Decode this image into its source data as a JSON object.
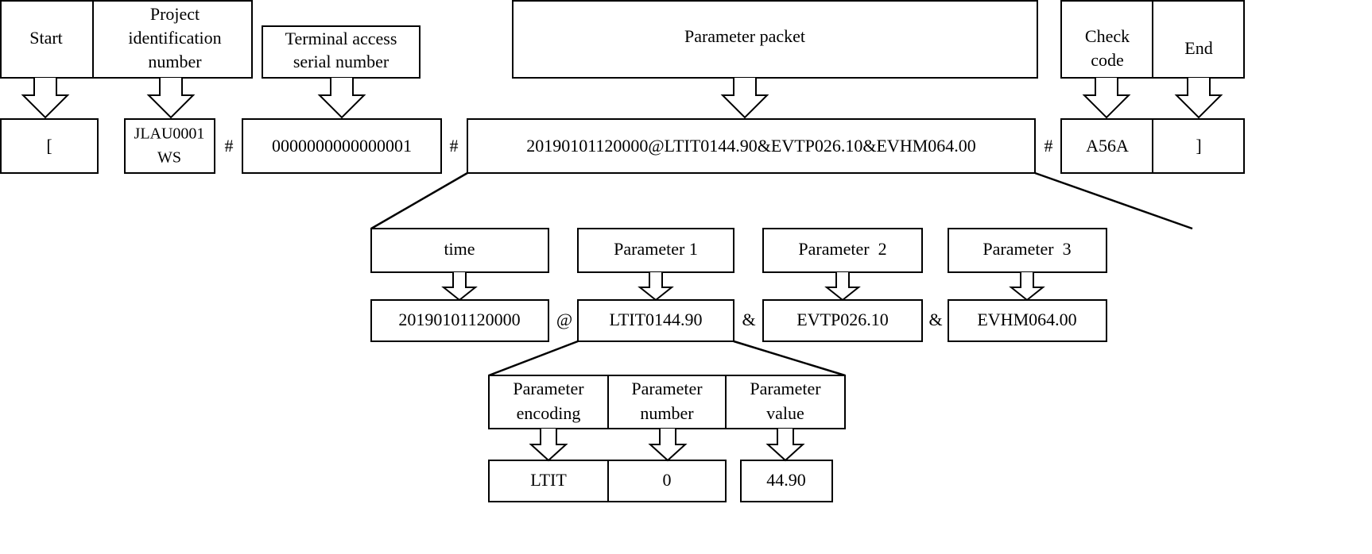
{
  "top_headers": {
    "start": "Start",
    "project_id": [
      "Project",
      "identification",
      "number"
    ],
    "terminal": [
      "Terminal access",
      "serial number"
    ],
    "parameter_packet": "Parameter packet",
    "check_code": [
      "Check",
      "code"
    ],
    "end": "End"
  },
  "top_values": {
    "start": "[",
    "project_id": [
      "JLAU0001",
      "WS"
    ],
    "terminal": "0000000000000001",
    "parameter_packet": "20190101120000@LTIT0144.90&EVTP026.10&EVHM064.00",
    "check_code": "A56A",
    "end": "]",
    "separator": "#"
  },
  "packet_headers": {
    "time": "time",
    "param1": "Parameter 1",
    "param2": "Parameter  2",
    "param3": "Parameter  3"
  },
  "packet_values": {
    "time": "20190101120000",
    "param1": "LTIT0144.90",
    "param2": "EVTP026.10",
    "param3": "EVHM064.00",
    "at": "@",
    "amp": "&"
  },
  "param_headers": {
    "encoding": [
      "Parameter",
      "encoding"
    ],
    "number": [
      "Parameter",
      "number"
    ],
    "value": [
      "Parameter",
      "value"
    ]
  },
  "param_values": {
    "encoding": "LTIT",
    "number": "0",
    "value": "44.90"
  }
}
